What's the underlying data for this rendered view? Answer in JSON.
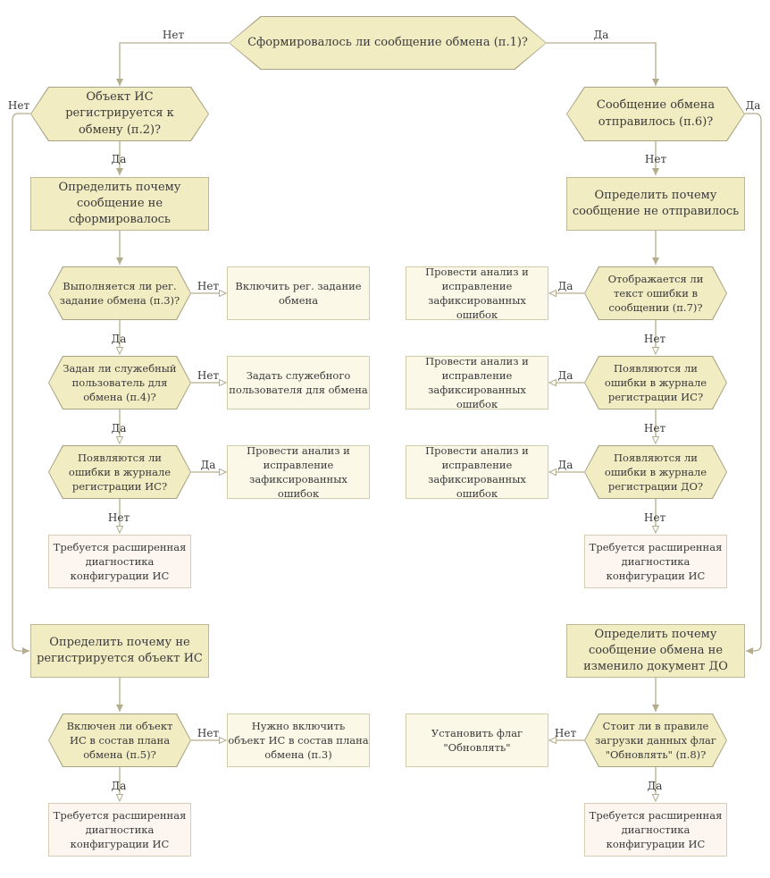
{
  "q1": "Сформировалось ли сообщение обмена (п.1)?",
  "q2": "Объект ИС\nрегистрируется к\nобмену (п.2)?",
  "q6": "Сообщение обмена\nотправилось (п.6)?",
  "a_not_formed": "Определить почему\nсообщение не сформировалось",
  "a_not_sent": "Определить почему\nсообщение не отправилось",
  "q3": "Выполняется ли рег.\nзадание обмена (п.3)?",
  "a3": "Включить рег. задание\nобмена",
  "q4": "Задан ли служебный\nпользователь для\nобмена (п.4)?",
  "a4": "Задать служебного\nпользователя для обмена",
  "q_left_log": "Появляются ли\nошибки в журнале\nрегистрации ИС?",
  "a_left_fix": "Провести анализ и\nисправление\nзафиксированных ошибок",
  "diag_left": "Требуется расширенная\nдиагностика\nконфигурации ИС",
  "q7": "Отображается ли\nтекст ошибки в\nсообщении (п.7)?",
  "a7": "Провести анализ и\nисправление\nзафиксированных ошибок",
  "q_right_is": "Появляются ли\nошибки в журнале\nрегистрации ИС?",
  "a_right_is": "Провести анализ и\nисправление\nзафиксированных ошибок",
  "q_right_do": "Появляются ли\nошибки в журнале\nрегистрации ДО?",
  "a_right_do": "Провести анализ и\nисправление\nзафиксированных ошибок",
  "diag_right": "Требуется расширенная\nдиагностика\nконфигурации ИС",
  "a_not_registered": "Определить почему не\nрегистрируется объект ИС",
  "a_not_changed": "Определить почему\nсообщение обмена не\nизменило документ ДО",
  "q5": "Включен ли объект\nИС в состав плана\nобмена (п.5)?",
  "a5": "Нужно включить\nобъект ИС в состав плана\nобмена (п.3)",
  "diag_q5": "Требуется расширенная\nдиагностика\nконфигурации ИС",
  "q8": "Стоит ли в правиле\nзагрузки данных флаг\n\"Обновлять\" (п.8)?",
  "a8": "Установить флаг\n\"Обновлять\"",
  "diag_q8": "Требуется расширенная\nдиагностика\nконфигурации ИС",
  "yes": "Да",
  "no": "Нет",
  "colors": {
    "line": "#b3ad8c",
    "decision": "#f2ecc3",
    "action": "#fbf8e7",
    "diagnostic": "#fdf6f0"
  }
}
